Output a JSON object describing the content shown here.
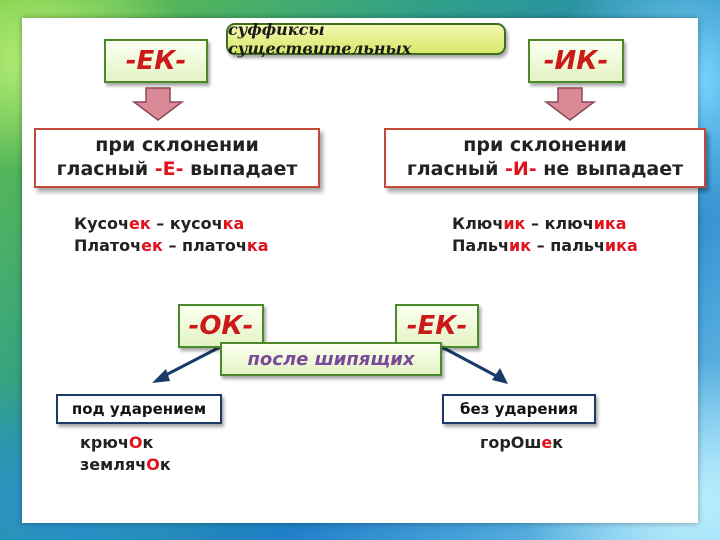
{
  "title": "суффиксы существительных",
  "top": {
    "left": {
      "suffix": "-ЕК-",
      "rule": {
        "line1": "при склонении",
        "line2_pre": "гласный ",
        "line2_red": "-Е-",
        "line2_post": " выпадает"
      },
      "examples": [
        {
          "a": "Кусоч",
          "b": "ек",
          "c": " – кусоч",
          "d": "ка",
          "e": ""
        },
        {
          "a": "Платоч",
          "b": "ек",
          "c": " – платоч",
          "d": "ка",
          "e": ""
        }
      ]
    },
    "right": {
      "suffix": "-ИК-",
      "rule": {
        "line1": "при склонении",
        "line2_pre": "гласный ",
        "line2_red": "-И-",
        "line2_post": " не выпадает"
      },
      "examples": [
        {
          "a": "Ключ",
          "b": "ик",
          "c": " – ключ",
          "d": "ик",
          "e": "а"
        },
        {
          "a": "Пальч",
          "b": "ик",
          "c": " – пальч",
          "d": "ик",
          "e": "а"
        }
      ]
    }
  },
  "bottom": {
    "suffix_left": "-ОК-",
    "suffix_right": "-ЕК-",
    "after": "после шипящих",
    "stressed": {
      "label": "под ударением",
      "ex1_a": "крюч",
      "ex1_b": "О",
      "ex1_c": "к",
      "ex2_a": "земляч",
      "ex2_b": "О",
      "ex2_c": "к"
    },
    "unstressed": {
      "label": "без ударения",
      "ex_a": "горОш",
      "ex_b": "е",
      "ex_c": "к"
    }
  },
  "colors": {
    "accent_red": "#e0121c",
    "suffix_text": "#cc1a1a",
    "after_text": "#7a4a9a",
    "arrow_fill": "#d98a96",
    "connector": "#1a3a6a"
  }
}
